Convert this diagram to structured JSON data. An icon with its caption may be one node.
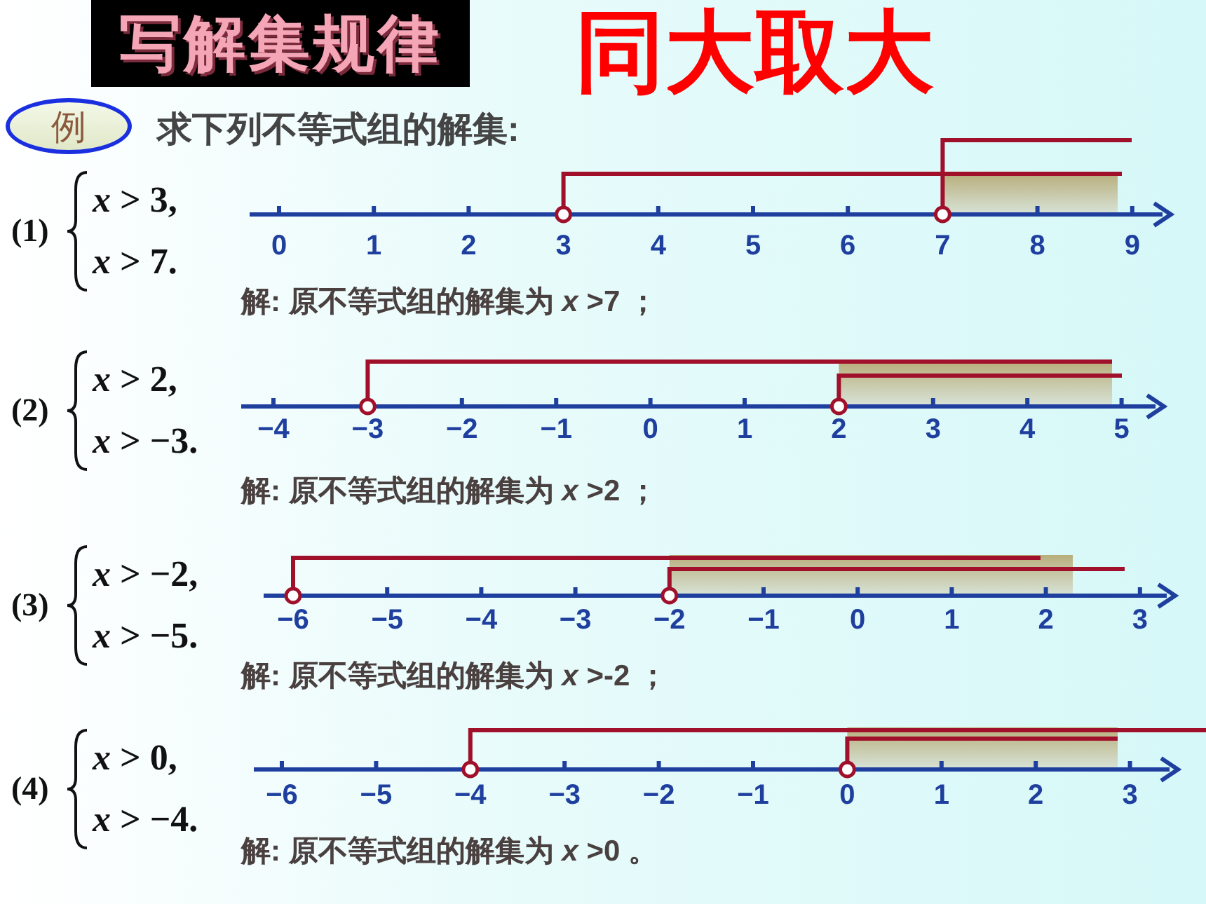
{
  "diagram": {
    "title": "同大取大",
    "nodes": [
      {
        "text": [
          "写解集规律"
        ]
      },
      {
        "text": [
          "例"
        ]
      }
    ],
    "labels": [
      "求下列不等式组的解集:",
      "(1)",
      "*x* > 3,",
      "*x* > 7.",
      "0",
      "1",
      "2",
      "3",
      "4",
      "5",
      "6",
      "7",
      "8",
      "9",
      "解: 原不等式组的解集为 *x* >7 ；",
      "(2)",
      "*x* > 2,",
      "*x* > −3.",
      "−4",
      "−3",
      "−2",
      "−1",
      "0",
      "1",
      "2",
      "3",
      "4",
      "5",
      "解: 原不等式组的解集为 *x* >2 ；",
      "(3)",
      "*x* > −2,",
      "*x* > −5.",
      "−6",
      "−5",
      "−4",
      "−3",
      "−2",
      "−1",
      "0",
      "1",
      "2",
      "3",
      "解: 原不等式组的解集为 *x* >-2 ；",
      "(4)",
      "*x* > 0,",
      "*x* > −4.",
      "−6",
      "−5",
      "−4",
      "−3",
      "−2",
      "−1",
      "0",
      "1",
      "2",
      "3",
      "解: 原不等式组的解集为 *x* >0 。"
    ]
  }
}
